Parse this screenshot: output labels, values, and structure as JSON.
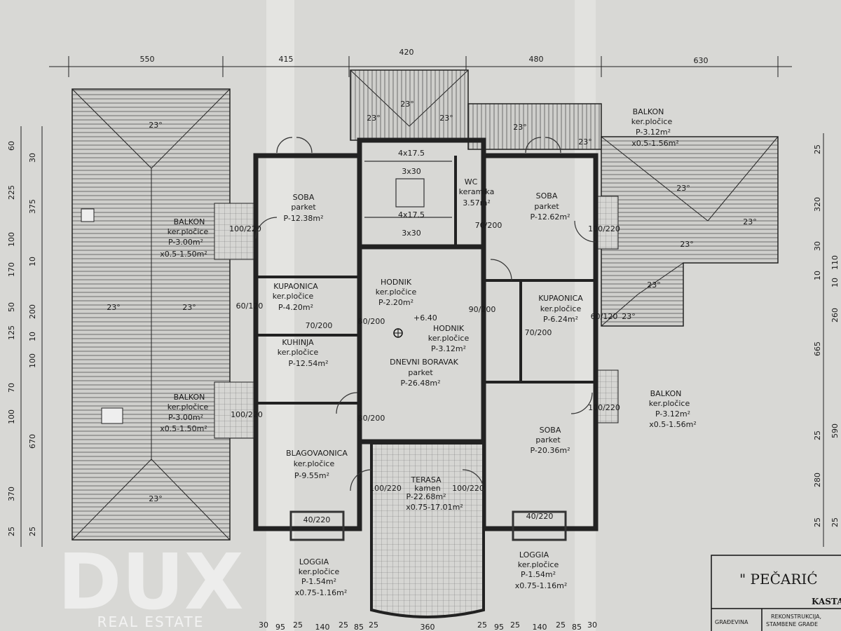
{
  "top_dimensions": [
    "550",
    "415",
    "420",
    "480",
    "630"
  ],
  "bottom_dimensions": [
    "30",
    "95",
    "25",
    "140",
    "25",
    "85",
    "25",
    "360",
    "25",
    "95",
    "25",
    "140",
    "25",
    "85",
    "30"
  ],
  "left_dimensions": [
    "60",
    "30",
    "225",
    "375",
    "100",
    "170",
    "10",
    "50",
    "200",
    "125",
    "10",
    "100",
    "70",
    "100",
    "670",
    "370",
    "25",
    "25"
  ],
  "right_dimensions": [
    "25",
    "320",
    "30",
    "10",
    "110",
    "10",
    "260",
    "665",
    "590",
    "25",
    "280",
    "25",
    "25"
  ],
  "roof_slope": "23°",
  "rooms": {
    "soba_left": {
      "name": "SOBA",
      "floor": "parket",
      "area": "P-12.38m²"
    },
    "wc": {
      "name": "WC",
      "floor": "keramika",
      "area": "3.57m²"
    },
    "soba_right": {
      "name": "SOBA",
      "floor": "parket",
      "area": "P-12.62m²"
    },
    "kupaonica_left": {
      "name": "KUPAONICA",
      "floor": "ker.pločice",
      "area": "P-4.20m²"
    },
    "hodnik_1": {
      "name": "HODNIK",
      "floor": "ker.pločice",
      "area": "P-2.20m²"
    },
    "hodnik_2": {
      "name": "HODNIK",
      "floor": "ker.pločice",
      "area": "P-3.12m²"
    },
    "kupaonica_right": {
      "name": "KUPAONICA",
      "floor": "ker.pločice",
      "area": "P-6.24m²"
    },
    "kuhinja": {
      "name": "KUHINJA",
      "floor": "ker.pločice",
      "area": "P-12.54m²"
    },
    "dnevni_boravak": {
      "name": "DNEVNI BORAVAK",
      "floor": "parket",
      "area": "P-26.48m²"
    },
    "blagovaonica": {
      "name": "BLAGOVAONICA",
      "floor": "ker.pločice",
      "area": "P-9.55m²"
    },
    "soba_big": {
      "name": "SOBA",
      "floor": "parket",
      "area": "P-20.36m²"
    },
    "terasa": {
      "name": "TERASA",
      "floor": "kamen",
      "area": "P-22.68m²",
      "extra": "x0.75-17.01m²"
    },
    "loggia_left": {
      "name": "LOGGIA",
      "floor": "ker.pločice",
      "area": "P-1.54m²",
      "extra": "x0.75-1.16m²"
    },
    "loggia_right": {
      "name": "LOGGIA",
      "floor": "ker.pločice",
      "area": "P-1.54m²",
      "extra": "x0.75-1.16m²"
    },
    "balkon_top_right": {
      "name": "BALKON",
      "floor": "ker.pločice",
      "area": "P-3.12m²",
      "extra": "x0.5-1.56m²"
    },
    "balkon_mid_right": {
      "name": "BALKON",
      "floor": "ker.pločice",
      "area": "P-3.12m²",
      "extra": "x0.5-1.56m²"
    },
    "balkon_left_top": {
      "name": "BALKON",
      "floor": "ker.pločice",
      "area": "P-3.00m²",
      "extra": "x0.5-1.50m²"
    },
    "balkon_left_bottom": {
      "name": "BALKON",
      "floor": "ker.pločice",
      "area": "P-3.00m²",
      "extra": "x0.5-1.50m²"
    }
  },
  "door_labels": [
    "100/220",
    "80/200",
    "70/200",
    "90/200",
    "60/120",
    "40/220"
  ],
  "stair_labels": [
    "4x17.5",
    "3x30"
  ],
  "level_mark": "+6.40",
  "title_block": {
    "title": "\" PEČARIĆ",
    "subtitle": "KASTA",
    "label": "GRAĐEVINA",
    "desc_1": "REKONSTRUKCIJA,",
    "desc_2": "STAMBENE GRAĐE"
  },
  "watermark": {
    "brand": "DUX",
    "tagline": "REAL ESTATE"
  }
}
